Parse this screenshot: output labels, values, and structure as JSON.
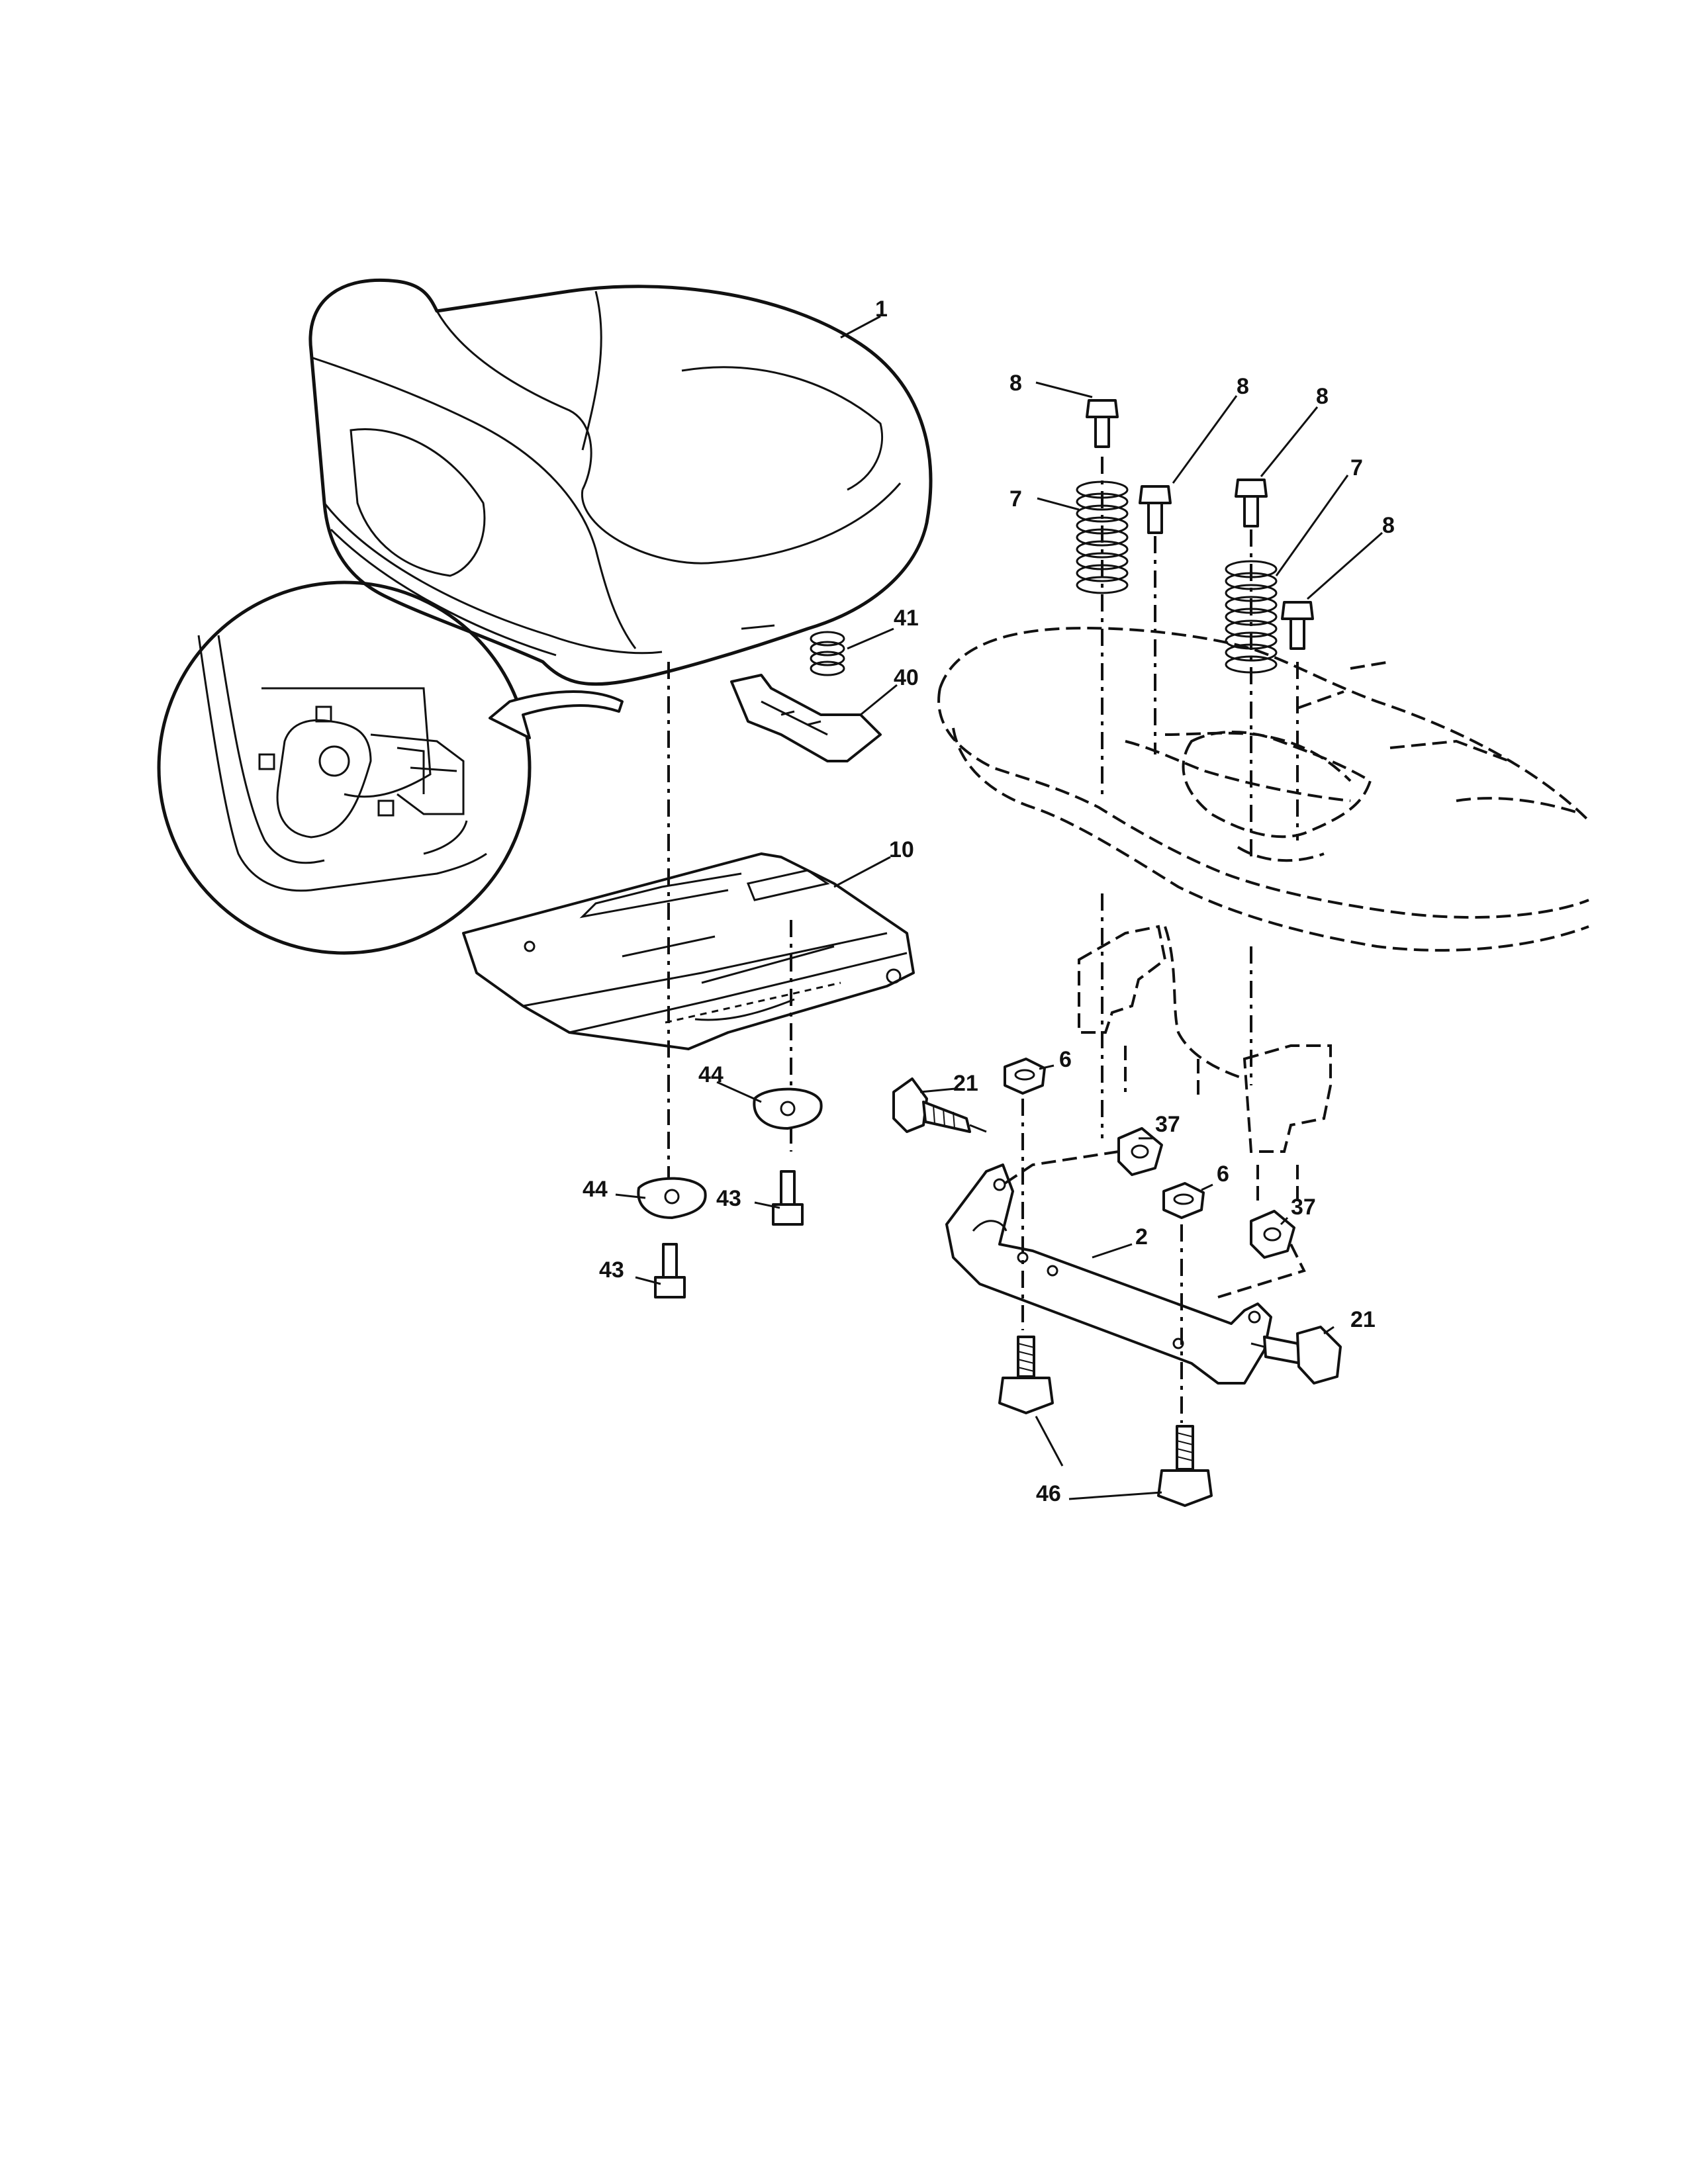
{
  "callouts": [
    {
      "id": "1",
      "label": "1"
    },
    {
      "id": "2",
      "label": "2"
    },
    {
      "id": "6a",
      "label": "6"
    },
    {
      "id": "6b",
      "label": "6"
    },
    {
      "id": "7a",
      "label": "7"
    },
    {
      "id": "7b",
      "label": "7"
    },
    {
      "id": "8a",
      "label": "8"
    },
    {
      "id": "8b",
      "label": "8"
    },
    {
      "id": "8c",
      "label": "8"
    },
    {
      "id": "8d",
      "label": "8"
    },
    {
      "id": "10",
      "label": "10"
    },
    {
      "id": "21a",
      "label": "21"
    },
    {
      "id": "21b",
      "label": "21"
    },
    {
      "id": "37a",
      "label": "37"
    },
    {
      "id": "37b",
      "label": "37"
    },
    {
      "id": "40",
      "label": "40"
    },
    {
      "id": "41",
      "label": "41"
    },
    {
      "id": "43a",
      "label": "43"
    },
    {
      "id": "43b",
      "label": "43"
    },
    {
      "id": "44a",
      "label": "44"
    },
    {
      "id": "44b",
      "label": "44"
    },
    {
      "id": "46",
      "label": "46"
    }
  ]
}
